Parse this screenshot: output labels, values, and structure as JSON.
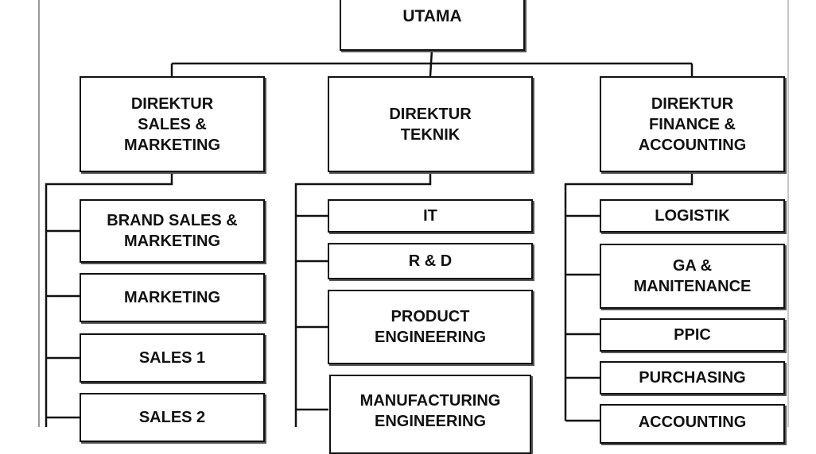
{
  "top": {
    "label": "UTAMA"
  },
  "directors": {
    "sales": "DIREKTUR\nSALES &\nMARKETING",
    "teknik": "DIREKTUR\nTEKNIK",
    "finance": "DIREKTUR\nFINANCE &\nACCOUNTING"
  },
  "sales_units": [
    "BRAND SALES &\nMARKETING",
    "MARKETING",
    "SALES 1",
    "SALES 2"
  ],
  "teknik_units": [
    "IT",
    "R & D",
    "PRODUCT\nENGINEERING",
    "MANUFACTURING\nENGINEERING"
  ],
  "finance_units": [
    "LOGISTIK",
    "GA &\nMANITENANCE",
    "PPIC",
    "PURCHASING",
    "ACCOUNTING"
  ]
}
